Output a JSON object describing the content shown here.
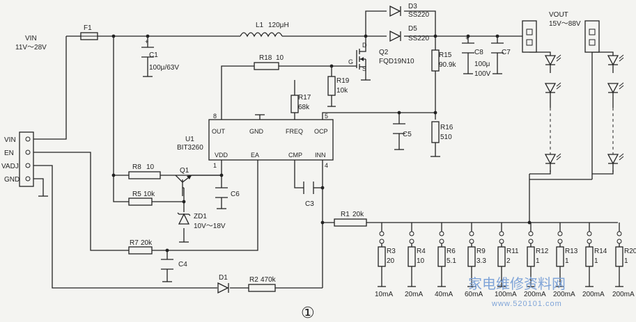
{
  "figure_number": "①",
  "watermark": {
    "title": "家电维修资料网",
    "url": "www.520101.com"
  },
  "input": {
    "vin_label": "VIN",
    "vin_range": "11V～28V"
  },
  "connector": {
    "pins": [
      "VIN",
      "EN",
      "VADJ",
      "GND"
    ]
  },
  "output": {
    "vout_label": "VOUT",
    "vout_range": "15V～88V"
  },
  "ic": {
    "ref": "U1",
    "part": "BIT3260",
    "pins_top": [
      "OUT",
      "GND",
      "FREQ",
      "OCP"
    ],
    "pins_bottom": [
      "VDD",
      "EA",
      "CMP",
      "INN"
    ],
    "pin_numbers": {
      "out": "8",
      "ocp": "5",
      "vdd": "1",
      "inn": "4"
    }
  },
  "components": {
    "F1": {
      "ref": "F1"
    },
    "L1": {
      "ref": "L1",
      "value": "120μH"
    },
    "D3": {
      "ref": "D3",
      "part": "SS220"
    },
    "D5": {
      "ref": "D5",
      "part": "SS220"
    },
    "Q2": {
      "ref": "Q2",
      "part": "FQD19N10",
      "pins": [
        "D",
        "G",
        "S"
      ]
    },
    "C1": {
      "ref": "C1",
      "value": "100μ/63V"
    },
    "C8": {
      "ref": "C8",
      "value1": "100μ",
      "value2": "100V"
    },
    "C7": {
      "ref": "C7"
    },
    "R15": {
      "ref": "R15",
      "value": "90.9k"
    },
    "R16": {
      "ref": "R16",
      "value": "510"
    },
    "C5": {
      "ref": "C5"
    },
    "R18": {
      "ref": "R18",
      "value": "10"
    },
    "R19": {
      "ref": "R19",
      "value": "10k"
    },
    "R17": {
      "ref": "R17",
      "value": "68k"
    },
    "R8": {
      "ref": "R8",
      "value": "10"
    },
    "Q1": {
      "ref": "Q1"
    },
    "C6": {
      "ref": "C6"
    },
    "R5": {
      "ref": "R5",
      "value": "10k"
    },
    "ZD1": {
      "ref": "ZD1",
      "value": "10V～18V"
    },
    "R7": {
      "ref": "R7",
      "value": "20k"
    },
    "C4": {
      "ref": "C4"
    },
    "C3": {
      "ref": "C3"
    },
    "D1": {
      "ref": "D1"
    },
    "R2": {
      "ref": "R2",
      "value": "470k"
    },
    "R1": {
      "ref": "R1",
      "value": "20k"
    }
  },
  "current_resistors": [
    {
      "ref": "R3",
      "value": "20",
      "current": "10mA"
    },
    {
      "ref": "R4",
      "value": "10",
      "current": "20mA"
    },
    {
      "ref": "R6",
      "value": "5.1",
      "current": "40mA"
    },
    {
      "ref": "R9",
      "value": "3.3",
      "current": "60mA"
    },
    {
      "ref": "R11",
      "value": "2",
      "current": "100mA"
    },
    {
      "ref": "R12",
      "value": "1",
      "current": "200mA"
    },
    {
      "ref": "R13",
      "value": "1",
      "current": "200mA"
    },
    {
      "ref": "R14",
      "value": "1",
      "current": "200mA"
    },
    {
      "ref": "R20",
      "value": "1",
      "current": "200mA"
    }
  ]
}
